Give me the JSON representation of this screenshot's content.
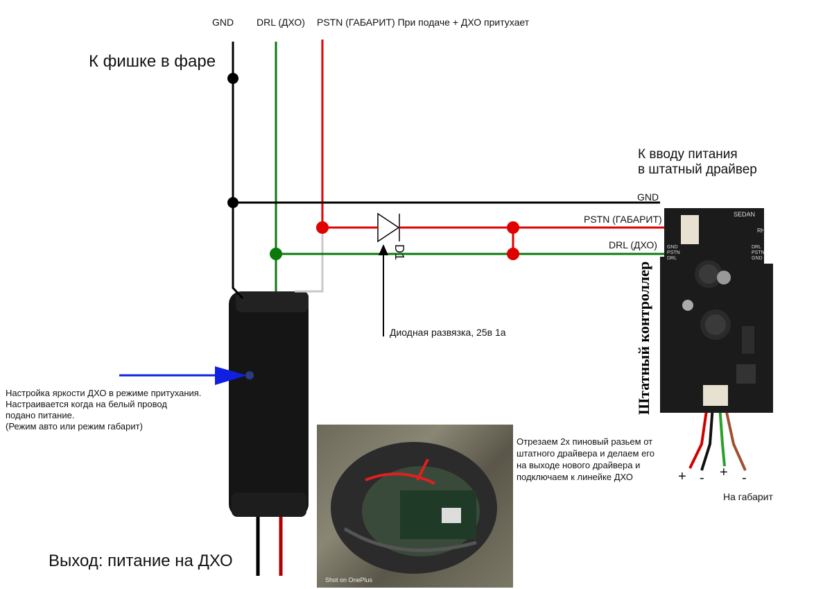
{
  "top_labels": {
    "gnd": "GND",
    "drl": "DRL (ДХО)",
    "pstn": "PSTN (ГАБАРИТ) При подаче + ДХО притухает"
  },
  "headlight_connector": "К фишке в фаре",
  "driver_input": {
    "line1": "К вводу питания",
    "line2": "в штатный драйвер"
  },
  "right_wire_labels": {
    "gnd": "GND",
    "pstn": "PSTN (ГАБАРИТ)",
    "drl": "DRL (ДХО)"
  },
  "diode": {
    "ref": "D1",
    "note": "Диодная развязка, 25в 1а"
  },
  "brightness_note": {
    "line1": "Настройка яркости ДХО в режиме притухания.",
    "line2": "Настраивается когда на белый провод",
    "line3": "подано питание.",
    "line4": "(Режим авто или режим габарит)"
  },
  "output_label": "Выход: питание на ДХО",
  "controller_label": "Штатный контроллер",
  "pcb_text": {
    "brand": "SEDAN",
    "left_pins": [
      "GND",
      "PSTN",
      "DRL"
    ],
    "right_pins": [
      "DRL",
      "PSTN",
      "GND"
    ],
    "rh": "RH"
  },
  "connector_note": "Отрезаем 2х пиновый разьем от штатного драйвера и делаем его на выходе нового драйвера и подключаем к линейке ДХО",
  "polarity": {
    "plus1": "+",
    "minus1": "-",
    "plus2": "+",
    "minus2": "-"
  },
  "gabarit_label": "На габарит",
  "photo_caption": "Shot on OnePlus",
  "colors": {
    "gnd": "#000000",
    "drl": "#0a7a0a",
    "pstn": "#e00000",
    "white_wire": "#c8c8c8",
    "arrow": "#1020e0"
  }
}
